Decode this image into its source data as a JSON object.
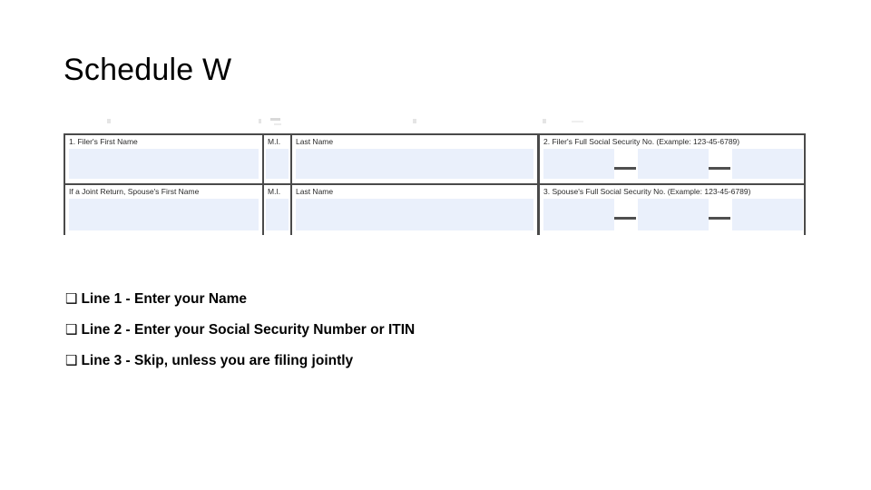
{
  "slide": {
    "title": "Schedule W"
  },
  "form": {
    "rows": [
      {
        "first_name_label": "1. Filer's First Name",
        "mi_label": "M.I.",
        "last_name_label": "Last Name",
        "ssn_label": "2. Filer's Full Social Security No. (Example: 123-45-6789)"
      },
      {
        "first_name_label": "If a Joint Return, Spouse's First Name",
        "mi_label": "M.I.",
        "last_name_label": "Last Name",
        "ssn_label": "3. Spouse's Full Social Security No. (Example: 123-45-6789)"
      }
    ],
    "field_fill_color": "#eaf0fb",
    "border_color": "#4a4a4a"
  },
  "instructions": {
    "bullet_glyph": "❑",
    "items": [
      "Line 1 - Enter your Name",
      "Line 2 - Enter your Social Security Number or ITIN",
      "Line 3  - Skip, unless you are filing jointly"
    ]
  }
}
